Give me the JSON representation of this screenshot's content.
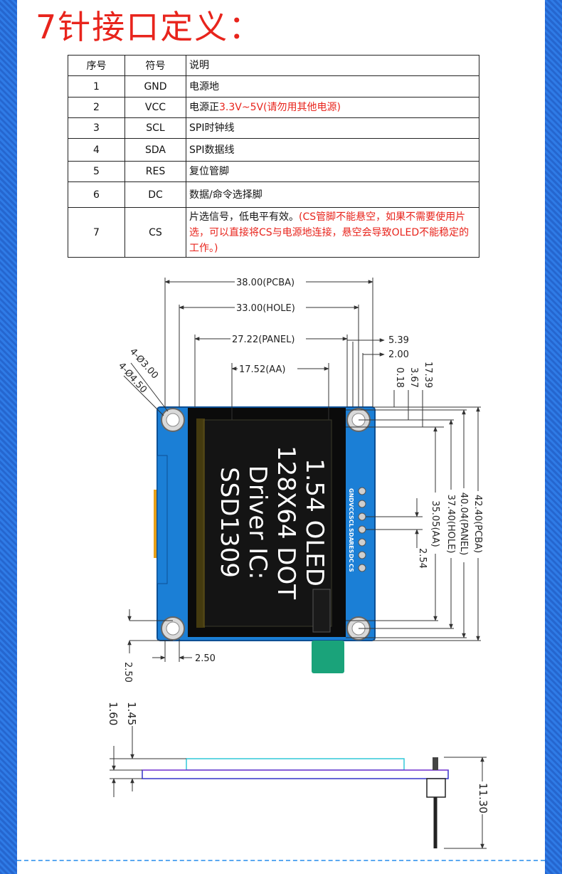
{
  "title": "7针接口定义：",
  "table": {
    "headers": [
      "序号",
      "符号",
      "说明"
    ],
    "rows": [
      {
        "no": "1",
        "sym": "GND",
        "desc": "电源地",
        "desc_red": ""
      },
      {
        "no": "2",
        "sym": "VCC",
        "desc": "电源正",
        "desc_red": "3.3V~5V(请勿用其他电源)"
      },
      {
        "no": "3",
        "sym": "SCL",
        "desc": "SPI时钟线",
        "desc_red": ""
      },
      {
        "no": "4",
        "sym": "SDA",
        "desc": "SPI数据线",
        "desc_red": ""
      },
      {
        "no": "5",
        "sym": "RES",
        "desc": "复位管脚",
        "desc_red": ""
      },
      {
        "no": "6",
        "sym": "DC",
        "desc": "数据/命令选择脚",
        "desc_red": ""
      },
      {
        "no": "7",
        "sym": "CS",
        "desc": "片选信号，低电平有效。",
        "desc_red": "(CS管脚不能悬空，如果不需要使用片选，可以直接将CS与电源地连接，悬空会导致OLED不能稳定的工作。)"
      }
    ]
  },
  "dimensions": {
    "pcba_w": "38.00(PCBA)",
    "hole_w": "33.00(HOLE)",
    "panel_w": "27.22(PANEL)",
    "aa_w": "17.52(AA)",
    "d539": "5.39",
    "d200": "2.00",
    "d018": "0.18",
    "d367": "3.67",
    "d1739": "17.39",
    "hole_d1": "4-Ø3.00",
    "hole_d2": "4-Ø4.50",
    "pcba_h": "42.40(PCBA)",
    "panel_h": "40.04(PANEL)",
    "hole_h": "37.40(HOLE)",
    "aa_h": "35.05(AA)",
    "pitch": "2.54",
    "off_x": "2.50",
    "off_y": "2.50",
    "t145": "1.45",
    "t160": "1.60",
    "t1130": "11.30"
  },
  "screen_text": [
    "1.54 OLED",
    "128X64 DOT",
    "Driver IC:",
    "SSD1309"
  ],
  "pins": [
    "GND",
    "VCC",
    "SCL",
    "SDA",
    "RES",
    "DC",
    "CS"
  ],
  "colors": {
    "title": "#e8241c",
    "pcb": "#1b7fd6",
    "screen": "#0b0b0b",
    "ribbon_tab": "#1aa37a"
  }
}
